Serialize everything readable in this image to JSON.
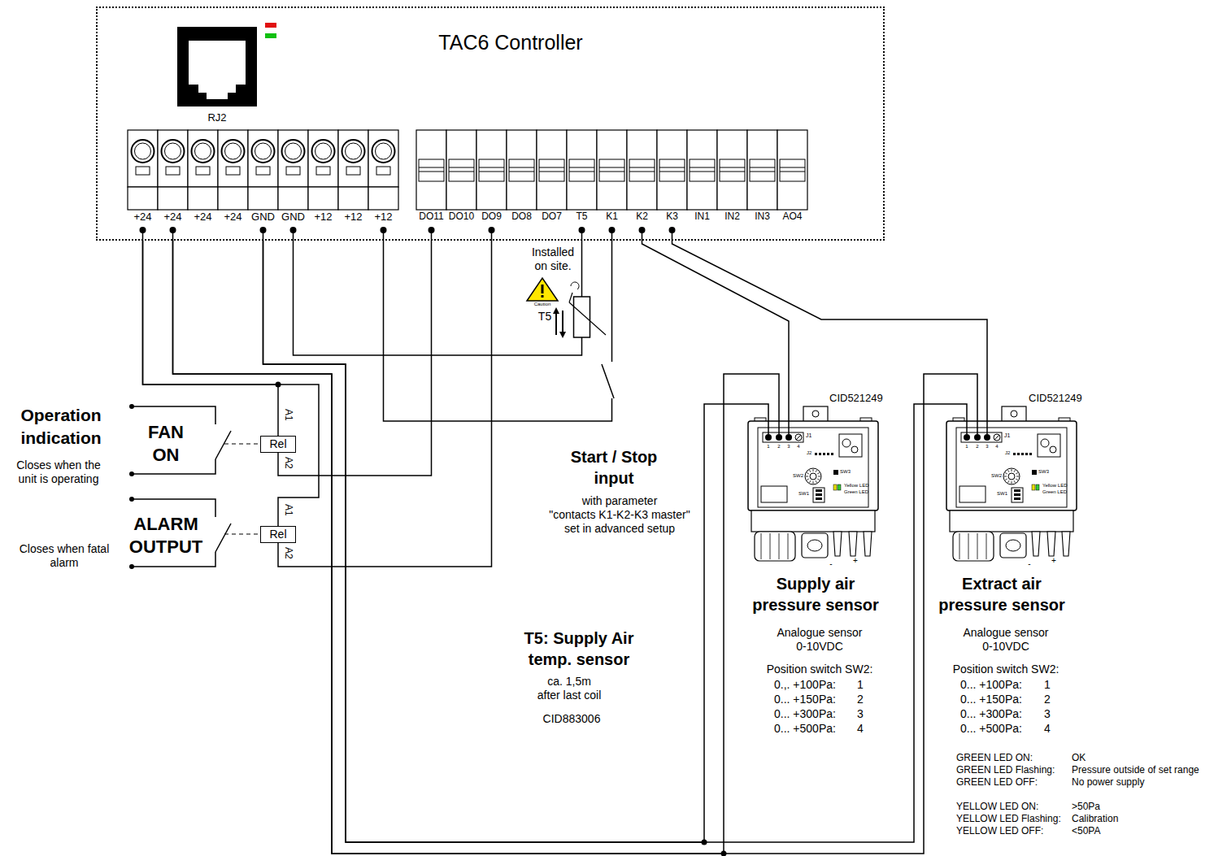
{
  "diagram": {
    "nodes": [
      {
        "text": [
          "TAC6 Controller"
        ]
      },
      {
        "text": [
          "Rel"
        ]
      },
      {
        "text": [
          "Rel"
        ]
      },
      {
        "text": [
          "CID521249",
          "Supply air pressure sensor"
        ]
      },
      {
        "text": [
          "CID521249",
          "Extract air pressure sensor"
        ]
      }
    ],
    "edges": [
      {
        "from": 0,
        "to": 1,
        "arrow": "none"
      },
      {
        "from": 0,
        "to": 1,
        "arrow": "none"
      },
      {
        "from": 0,
        "to": 2,
        "arrow": "none"
      },
      {
        "from": 0,
        "to": 2,
        "arrow": "none"
      },
      {
        "from": 0,
        "to": 3,
        "arrow": "none"
      },
      {
        "from": 0,
        "to": 3,
        "arrow": "none"
      },
      {
        "from": 0,
        "to": 3,
        "arrow": "none"
      },
      {
        "from": 0,
        "to": 4,
        "arrow": "none"
      },
      {
        "from": 0,
        "to": 4,
        "arrow": "none"
      },
      {
        "from": 0,
        "to": 4,
        "arrow": "none"
      }
    ],
    "labels": [
      "RJ2",
      "+24",
      "+24",
      "+24",
      "+24",
      "GND",
      "GND",
      "+12",
      "+12",
      "+12",
      "DO11",
      "DO10",
      "DO9",
      "DO8",
      "DO7",
      "T5",
      "K1",
      "K2",
      "K3",
      "IN1",
      "IN2",
      "IN3",
      "AO4",
      "Operation indication",
      "FAN ON",
      "Closes when the unit is operating",
      "ALARM OUTPUT",
      "Closes when fatal alarm",
      "A1",
      "A2",
      "A1",
      "A2",
      "Installed on site.",
      "Caution",
      "T5",
      "Start / Stop input",
      "with parameter \"contacts K1-K2-K3 master\" set in advanced setup",
      "T5: Supply Air temp. sensor",
      "ca. 1,5m after last coil",
      "CID883006",
      "Analogue sensor 0-10VDC",
      "Position switch SW2:",
      "0.,. +100Pa:",
      "1",
      "0... +150Pa:",
      "2",
      "0... +300Pa:",
      "3",
      "0... +500Pa:",
      "4",
      "Analogue sensor 0-10VDC",
      "Position switch SW2:",
      "0... +100Pa:",
      "1",
      "0... +150Pa:",
      "2",
      "0... +300Pa:",
      "3",
      "0... +500Pa:",
      "4",
      "GREEN LED ON:",
      "OK",
      "GREEN LED Flashing:",
      "Pressure outside of set range",
      "GREEN LED OFF:",
      "No power supply",
      "YELLOW LED ON:",
      ">50Pa",
      "YELLOW LED Flashing:",
      "Calibration",
      "YELLOW LED OFF:",
      "<50PA",
      "J1",
      "1",
      "2",
      "3",
      "4",
      "J2",
      "SW2",
      "SW3",
      "SW1",
      "Yellow LED",
      "Green LED",
      "-",
      "+",
      "J1",
      "1",
      "2",
      "3",
      "4",
      "J2",
      "SW2",
      "SW3",
      "SW1",
      "Yellow LED",
      "Green LED",
      "-",
      "+"
    ]
  }
}
